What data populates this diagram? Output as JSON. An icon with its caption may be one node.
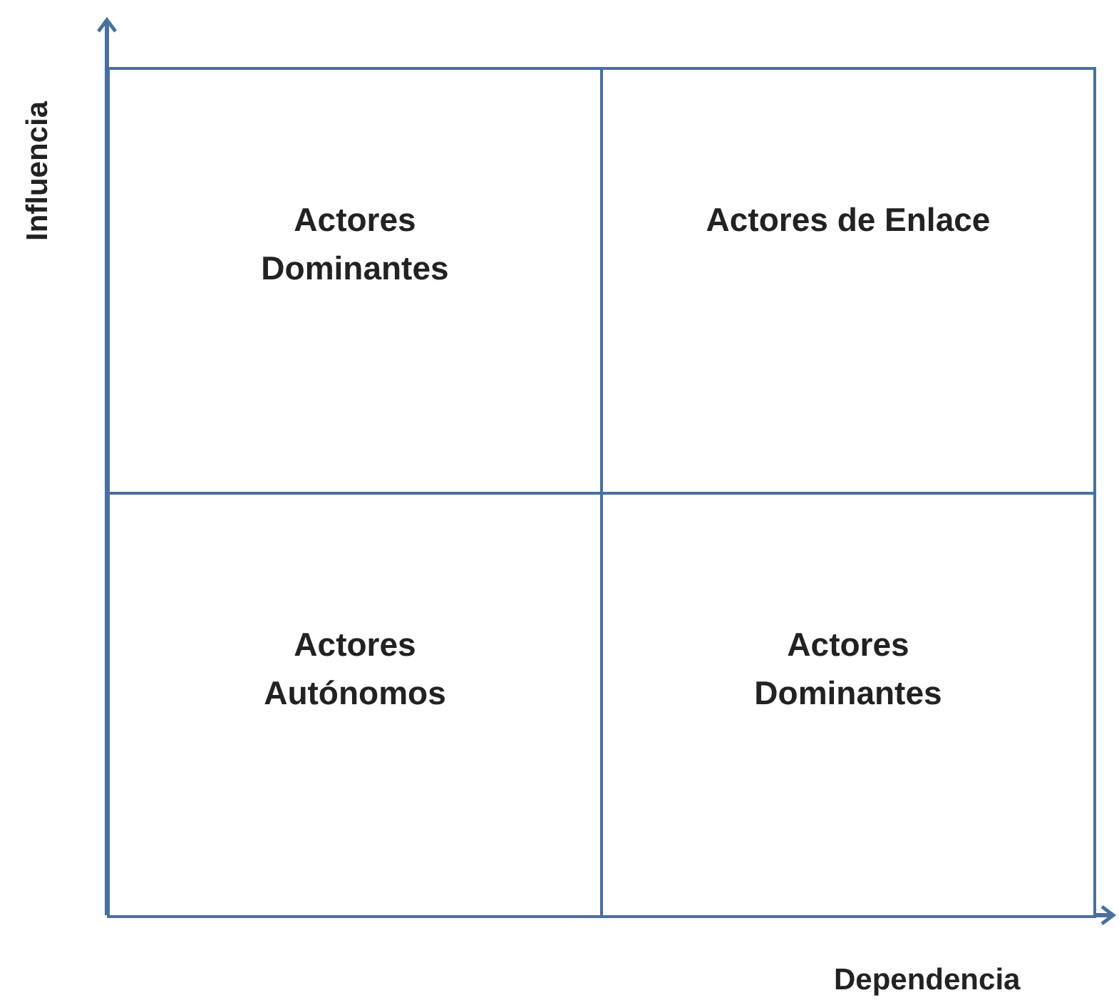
{
  "diagram": {
    "nodes": [
      {
        "text": [
          "Actores Dominantes"
        ]
      },
      {
        "text": [
          "Actores de Enlace"
        ]
      },
      {
        "text": [
          "Actores Autónomos"
        ]
      },
      {
        "text": [
          "Actores Dominantes"
        ]
      }
    ],
    "edges": [],
    "labels": [
      "Influencia",
      "Dependencia"
    ]
  }
}
